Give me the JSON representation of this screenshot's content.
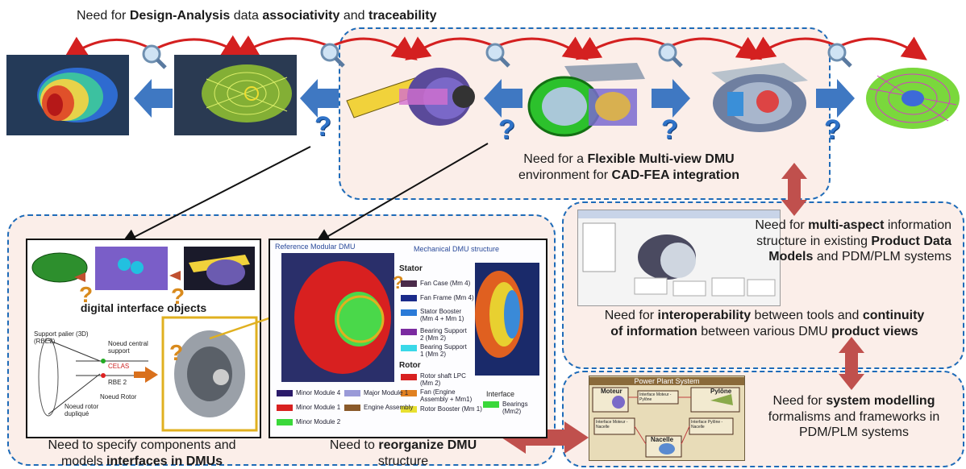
{
  "title_top": {
    "prefix": "Need for ",
    "b1": "Design-Analysis",
    "mid": " data ",
    "b2": "associativity",
    "and": " and ",
    "b3": "traceability"
  },
  "dmu_env": {
    "l1a": "Need for a ",
    "l1b": "Flexible Multi-view DMU",
    "l2a": "environment for ",
    "l2b": "CAD-FEA integration"
  },
  "multi_aspect": {
    "l1a": "Need for ",
    "l1b": "multi-aspect",
    "l1c": " information",
    "l2": "structure in existing ",
    "l2b": "Product Data",
    "l3a": "Models",
    "l3b": " and PDM/PLM systems"
  },
  "interop": {
    "l1a": "Need for ",
    "l1b": "interoperability",
    "l1c": " between tools and ",
    "l1d": "continuity",
    "l2a": "of information",
    "l2b": " between various DMU ",
    "l2c": "product views"
  },
  "system_modelling": {
    "l1a": "Need for ",
    "l1b": "system modelling",
    "l2": "formalisms and frameworks in",
    "l3": "PDM/PLM systems"
  },
  "specify": {
    "l1": "Need to specify components and",
    "l2a": "models ",
    "l2b": "interfaces in DMUs"
  },
  "reorganize": {
    "l1a": "Need to ",
    "l1b": "reorganize DMU",
    "l2": "structure"
  },
  "digital_objects": "digital interface objects",
  "panel2": {
    "left_title": "Reference Modular DMU",
    "right_title": "Mechanical DMU structure",
    "stator": "Stator",
    "rotor": "Rotor",
    "interface": "Interface",
    "stator_items": [
      "Fan Case (Mm 4)",
      "Fan Frame (Mm 4)",
      "Stator Booster (Mm 4 + Mm 1)",
      "Bearing Support 2 (Mm 2)",
      "Bearing Support 1 (Mm 2)"
    ],
    "rotor_items": [
      "Rotor shaft LPC (Mm 2)",
      "Fan (Engine Assembly + Mm1)",
      "Rotor Booster (Mm 1)"
    ],
    "interface_item": "Bearings (Mm2)",
    "legend": [
      "Minor Module 4",
      "Major Module 1",
      "Minor Module 1",
      "Engine Assembly",
      "Minor Module 2"
    ]
  },
  "panel1_labels": {
    "support": "Support palier (3D) (RBE2)",
    "noeud_central": "Noeud central support",
    "celas": "CELAS",
    "rbe2": "RBE 2",
    "noeud_rotor": "Noeud Rotor",
    "noeud_dup": "Noeud rotor dupliqué"
  },
  "pp_system": {
    "title": "Power Plant System",
    "moteur": "Moteur",
    "pylone": "Pylône",
    "if_moteur_pylone": "Interface Moteur - Pylône",
    "if_moteur_nacelle": "Interface Moteur - Nacelle",
    "if_nacelle_pylone": "Interface Pylône - Nacelle",
    "nacelle": "Nacelle"
  },
  "qmarks": [
    "?",
    "?",
    "?",
    "?",
    "?"
  ],
  "colors": {
    "dash": "#1e6bb8",
    "fill": "#fbeee9",
    "red_arrow": "#d42020",
    "blue_arrow": "#3f78c2",
    "brown_arrow": "#c0504d",
    "q": "#2f73c8",
    "qo": "#d98a1c"
  }
}
